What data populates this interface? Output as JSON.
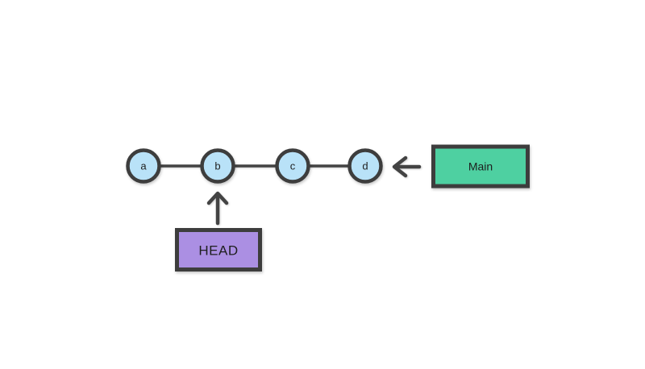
{
  "diagram": {
    "type": "git-commit-graph",
    "nodes": [
      {
        "label": "a"
      },
      {
        "label": "b"
      },
      {
        "label": "c"
      },
      {
        "label": "d"
      }
    ],
    "labels": {
      "main": "Main",
      "head": "HEAD"
    },
    "arrows": [
      {
        "name": "main-arrow",
        "direction": "left",
        "from": "Main box",
        "to": "commit d"
      },
      {
        "name": "head-arrow",
        "direction": "up",
        "from": "HEAD box",
        "to": "commit b"
      }
    ],
    "colors": {
      "background": "#ffffff",
      "node_fill": "#b9e2f8",
      "node_stroke": "#3d3d3d",
      "edge_stroke": "#434343",
      "arrow_stroke": "#434343",
      "main_fill": "#4ed0a1",
      "head_fill": "#ab8fe3",
      "box_stroke": "#3d3d3d",
      "label_text": "#1e1e1e"
    }
  }
}
